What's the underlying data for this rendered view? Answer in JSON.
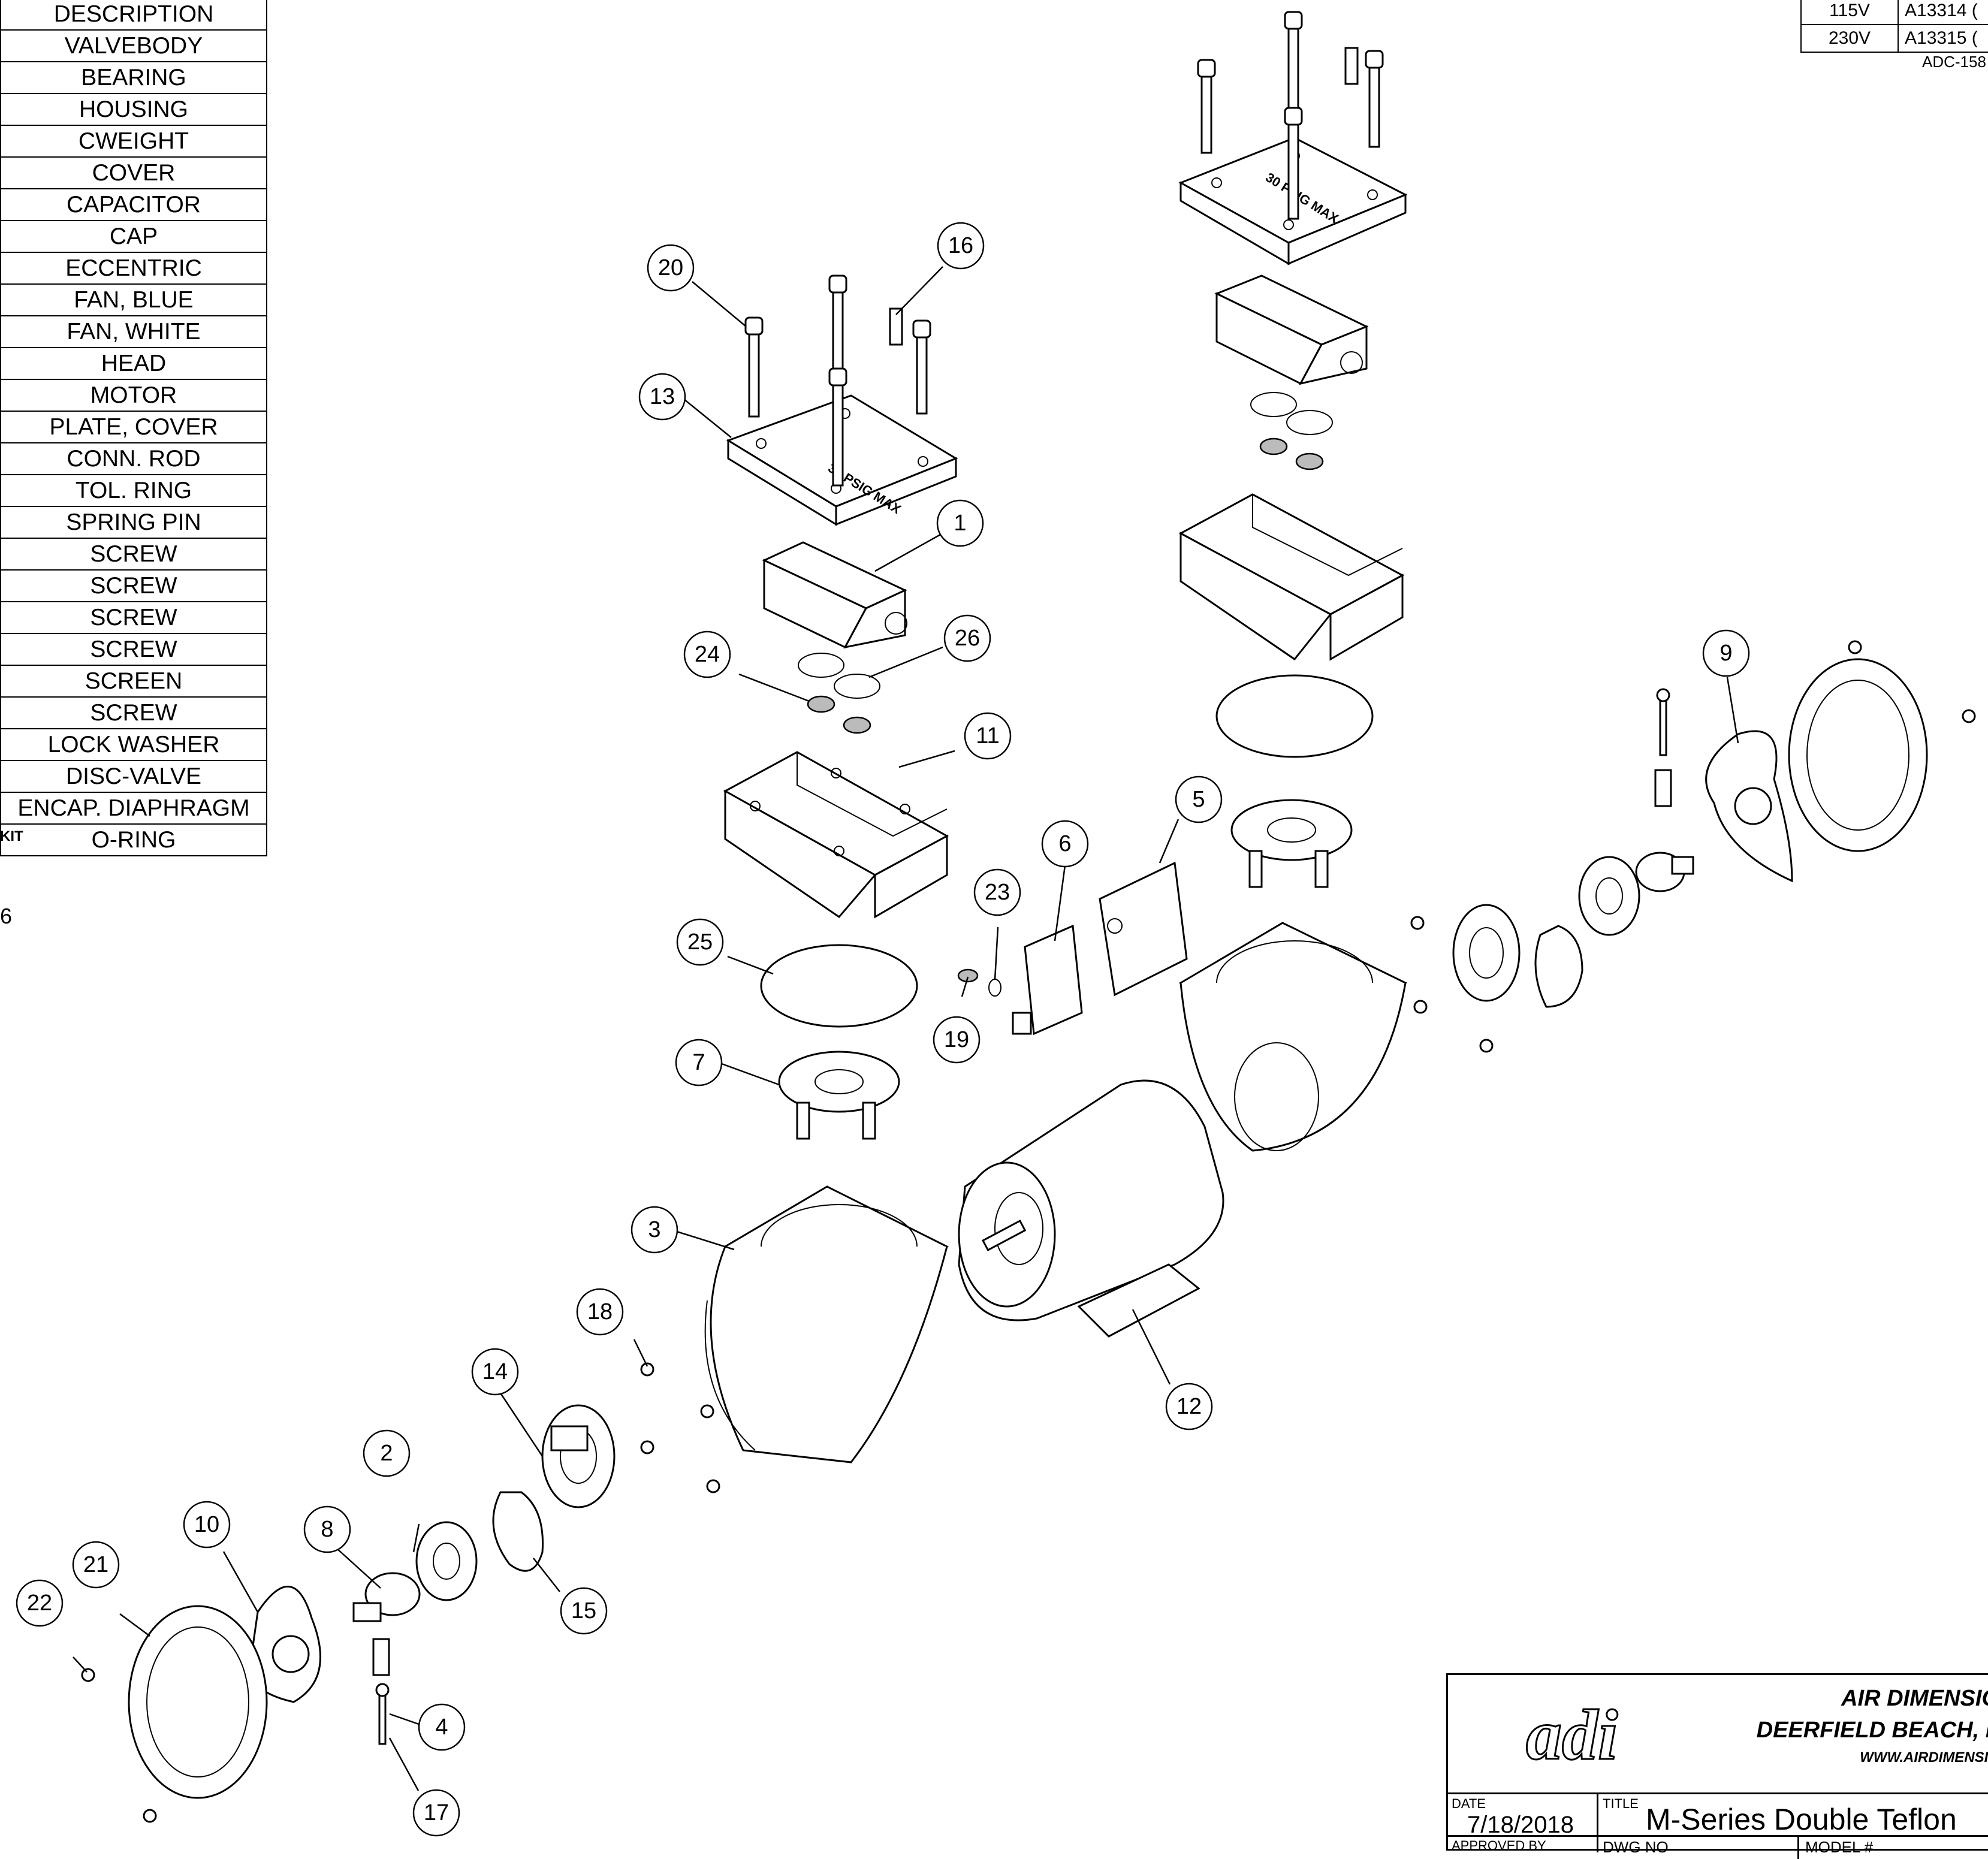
{
  "parts_table": {
    "rows": [
      "DESCRIPTION",
      "VALVEBODY",
      "BEARING",
      "HOUSING",
      "CWEIGHT",
      "COVER",
      "CAPACITOR",
      "CAP",
      "ECCENTRIC",
      "FAN, BLUE",
      "FAN, WHITE",
      "HEAD",
      "MOTOR",
      "PLATE, COVER",
      "CONN. ROD",
      "TOL. RING",
      "SPRING PIN",
      "SCREW",
      "SCREW",
      "SCREW",
      "SCREW",
      "SCREEN",
      "SCREW",
      "LOCK WASHER",
      "DISC-VALVE",
      "ENCAP. DIAPHRAGM",
      "O-RING"
    ],
    "note_kit": "KIT",
    "note_six": "6"
  },
  "voltage_table": {
    "rows": [
      {
        "voltage": "115V",
        "part": "A13314 ("
      },
      {
        "voltage": "230V",
        "part": "A13315 ("
      }
    ],
    "ref": "ADC-158"
  },
  "plate_label": "30 PSIG MAX",
  "balloons": [
    "1",
    "2",
    "3",
    "4",
    "5",
    "6",
    "7",
    "8",
    "9",
    "10",
    "11",
    "12",
    "13",
    "14",
    "15",
    "16",
    "17",
    "18",
    "19",
    "20",
    "21",
    "22",
    "23",
    "24",
    "25",
    "26"
  ],
  "title_block": {
    "logo_text": "adi",
    "company_line1": "AIR DIMENSIO",
    "company_line2": "DEERFIELD BEACH, F",
    "company_line3": "WWW.AIRDIMENSIO",
    "date_label": "DATE",
    "date": "7/18/2018",
    "approved_label": "APPROVED BY",
    "title_label": "TITLE",
    "title": "M-Series Double Teflon",
    "dwg_label": "DWG NO",
    "model_label": "MODEL #"
  }
}
